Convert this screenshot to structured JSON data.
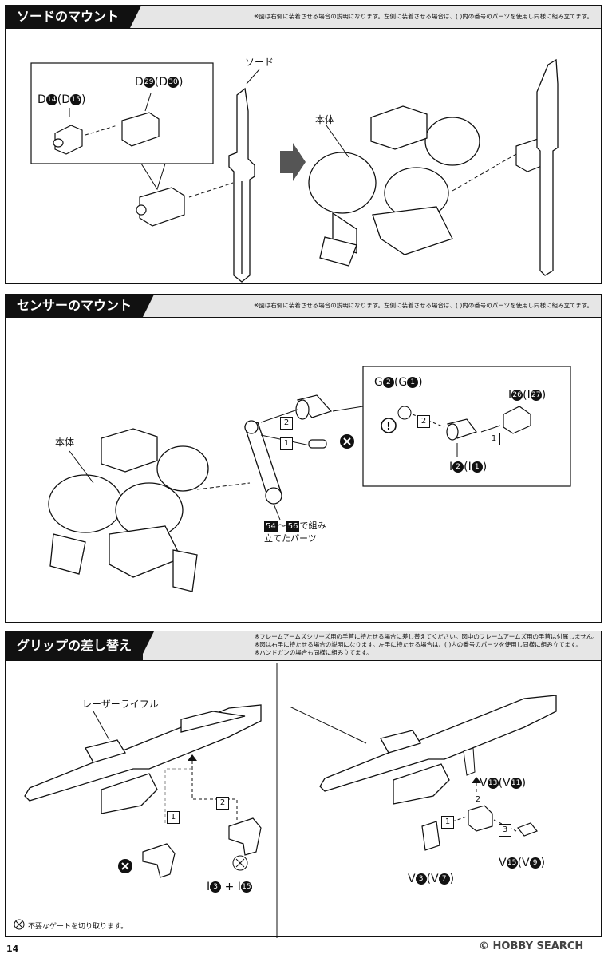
{
  "sections": [
    {
      "title": "ソードのマウント",
      "note": "※図は右側に装着させる場合の説明になります。左側に装着させる場合は、( )内の番号のパーツを使用し同様に組み立てます。"
    },
    {
      "title": "センサーのマウント",
      "note": "※図は右側に装着させる場合の説明になります。左側に装着させる場合は、( )内の番号のパーツを使用し同様に組み立てます。"
    },
    {
      "title": "グリップの差し替え",
      "notes": [
        "※フレームアームズシリーズ用の手首に持たせる場合に差し替えてください。図中のフレームアームズ用の手首は付属しません。",
        "※図は右手に持たせる場合の説明になります。左手に持たせる場合は、( )内の番号のパーツを使用し同様に組み立てます。",
        "※ハンドガンの場合も同様に組み立てます。"
      ]
    }
  ],
  "sword": {
    "part_label": "ソード",
    "body_label": "本体",
    "d1": "D",
    "d1n": "14",
    "d1p": "(D",
    "d1pn": "15",
    "d2": "D",
    "d2n": "29",
    "d2p": "(D",
    "d2pn": "30"
  },
  "sensor": {
    "body_label": "本体",
    "step1": "1",
    "step2": "2",
    "g": "G",
    "gn": "2",
    "gp": "(G",
    "gpn": "1",
    "i1": "I",
    "i1n": "2",
    "i1p": "(I",
    "i1pn": "1",
    "i2": "I",
    "i2n": "26",
    "i2p": "(I",
    "i2pn": "27",
    "ref_a": "54",
    "ref_tilde": "〜",
    "ref_b": "56",
    "ref_text1": "で組み",
    "ref_text2": "立てたパーツ"
  },
  "grip": {
    "rifle_label": "レーザーライフル",
    "step1": "1",
    "step2": "2",
    "step3": "3",
    "i": "I",
    "in": "3",
    "plus": "+ I",
    "in2": "15",
    "v13": "V",
    "v13n": "13",
    "v13p": "(V",
    "v13pn": "11",
    "v3": "V",
    "v3n": "3",
    "v3p": "(V",
    "v3pn": "7",
    "v15": "V",
    "v15n": "15",
    "v15p": "(V",
    "v15pn": "9"
  },
  "footer": {
    "gate_note": "不要なゲートを切り取ります。",
    "page": "14",
    "watermark": "© HOBBY SEARCH"
  }
}
